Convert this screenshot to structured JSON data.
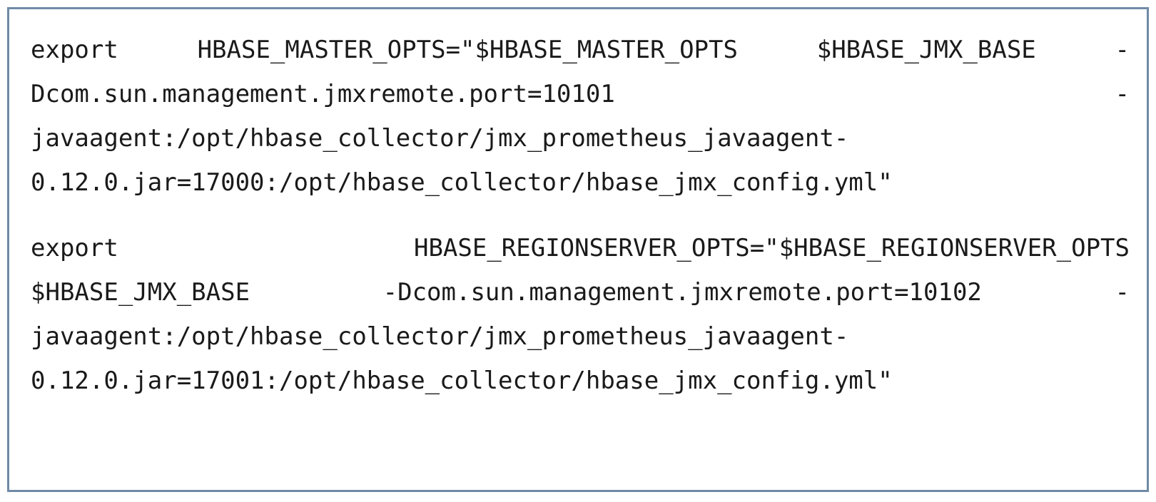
{
  "code_blocks": [
    {
      "lines": [
        [
          "export",
          "HBASE_MASTER_OPTS=\"$HBASE_MASTER_OPTS",
          "$HBASE_JMX_BASE",
          "-"
        ],
        [
          "Dcom.sun.management.jmxremote.port=10101",
          "-"
        ],
        [
          "javaagent:/opt/hbase_collector/jmx_prometheus_javaagent-"
        ],
        [
          "0.12.0.jar=17000:/opt/hbase_collector/hbase_jmx_config.yml\""
        ]
      ]
    },
    {
      "lines": [
        [
          "export",
          "HBASE_REGIONSERVER_OPTS=\"$HBASE_REGIONSERVER_OPTS"
        ],
        [
          "$HBASE_JMX_BASE",
          "-Dcom.sun.management.jmxremote.port=10102",
          "-"
        ],
        [
          "javaagent:/opt/hbase_collector/jmx_prometheus_javaagent-"
        ],
        [
          "0.12.0.jar=17001:/opt/hbase_collector/hbase_jmx_config.yml\""
        ]
      ]
    }
  ]
}
